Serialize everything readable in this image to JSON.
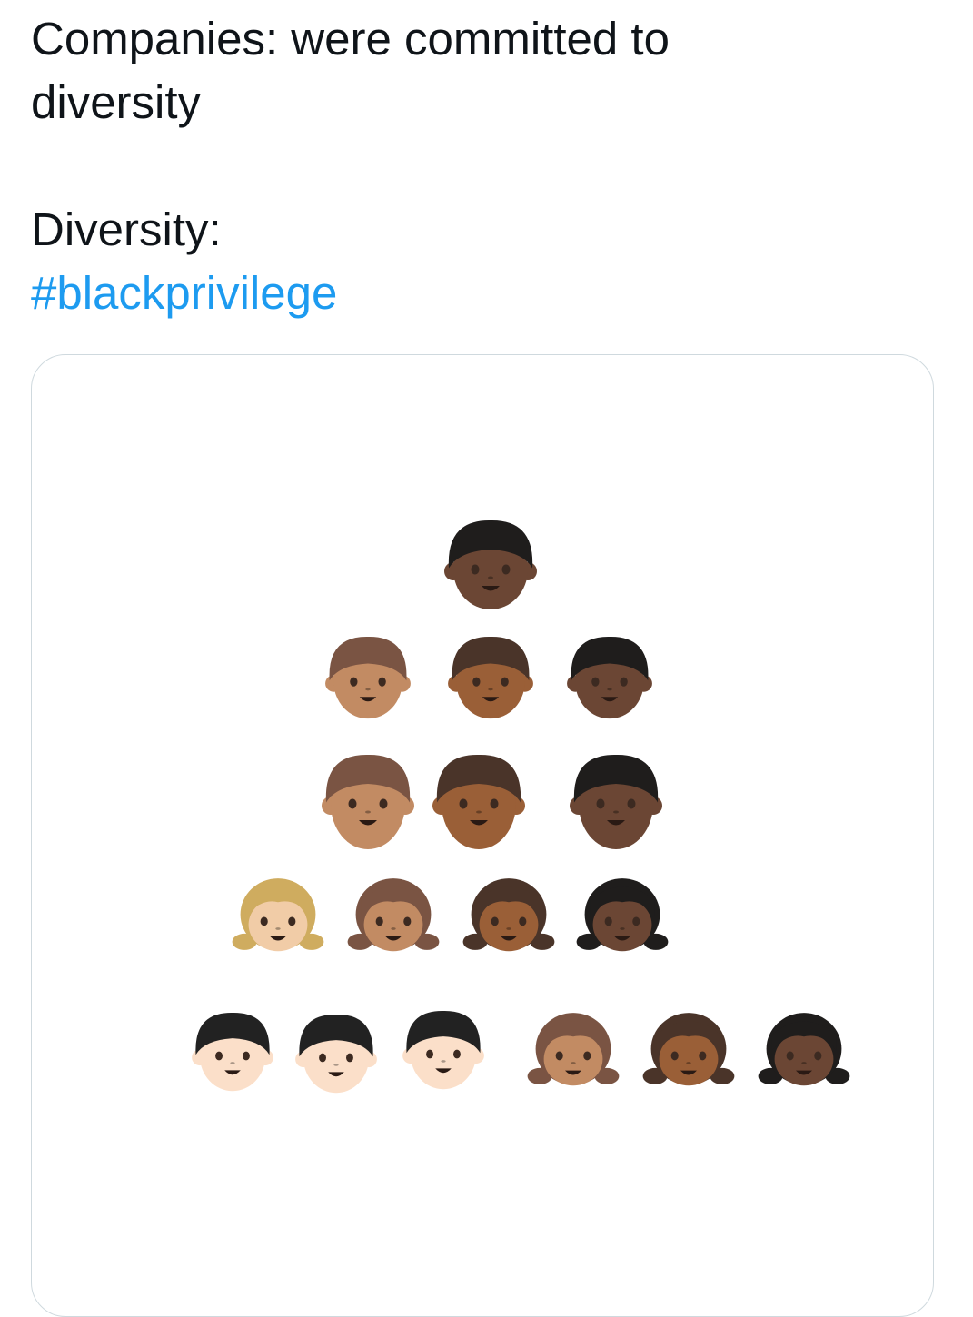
{
  "tweet": {
    "line1": "Companies: were committed to",
    "line2": "diversity",
    "line3": "Diversity:",
    "hashtag": "#blackprivilege"
  },
  "media": {
    "faces": [
      {
        "kind": "boy",
        "skin": "#6b4634",
        "hair": "#1f1d1c"
      },
      {
        "kind": "boy",
        "skin": "#c28b63",
        "hair": "#7a5443"
      },
      {
        "kind": "boy",
        "skin": "#9a5f37",
        "hair": "#4a3429"
      },
      {
        "kind": "boy",
        "skin": "#6b4634",
        "hair": "#1f1d1c"
      },
      {
        "kind": "man",
        "skin": "#c28b63",
        "hair": "#7a5443"
      },
      {
        "kind": "man",
        "skin": "#9a5f37",
        "hair": "#4a3429"
      },
      {
        "kind": "man",
        "skin": "#6b4634",
        "hair": "#1f1d1c"
      },
      {
        "kind": "girl",
        "skin": "#f1cca7",
        "hair": "#cfac5f"
      },
      {
        "kind": "girl",
        "skin": "#c28b63",
        "hair": "#7a5443"
      },
      {
        "kind": "girl",
        "skin": "#9a5f37",
        "hair": "#4a3429"
      },
      {
        "kind": "girl",
        "skin": "#6b4634",
        "hair": "#1f1d1c"
      },
      {
        "kind": "boy",
        "skin": "#fbdfc9",
        "hair": "#222222"
      },
      {
        "kind": "boy",
        "skin": "#fbdfc9",
        "hair": "#222222"
      },
      {
        "kind": "boy",
        "skin": "#fbdfc9",
        "hair": "#222222"
      },
      {
        "kind": "girl",
        "skin": "#c28b63",
        "hair": "#7a5443"
      },
      {
        "kind": "girl",
        "skin": "#9a5f37",
        "hair": "#4a3429"
      },
      {
        "kind": "girl",
        "skin": "#6b4634",
        "hair": "#1f1d1c"
      }
    ]
  }
}
